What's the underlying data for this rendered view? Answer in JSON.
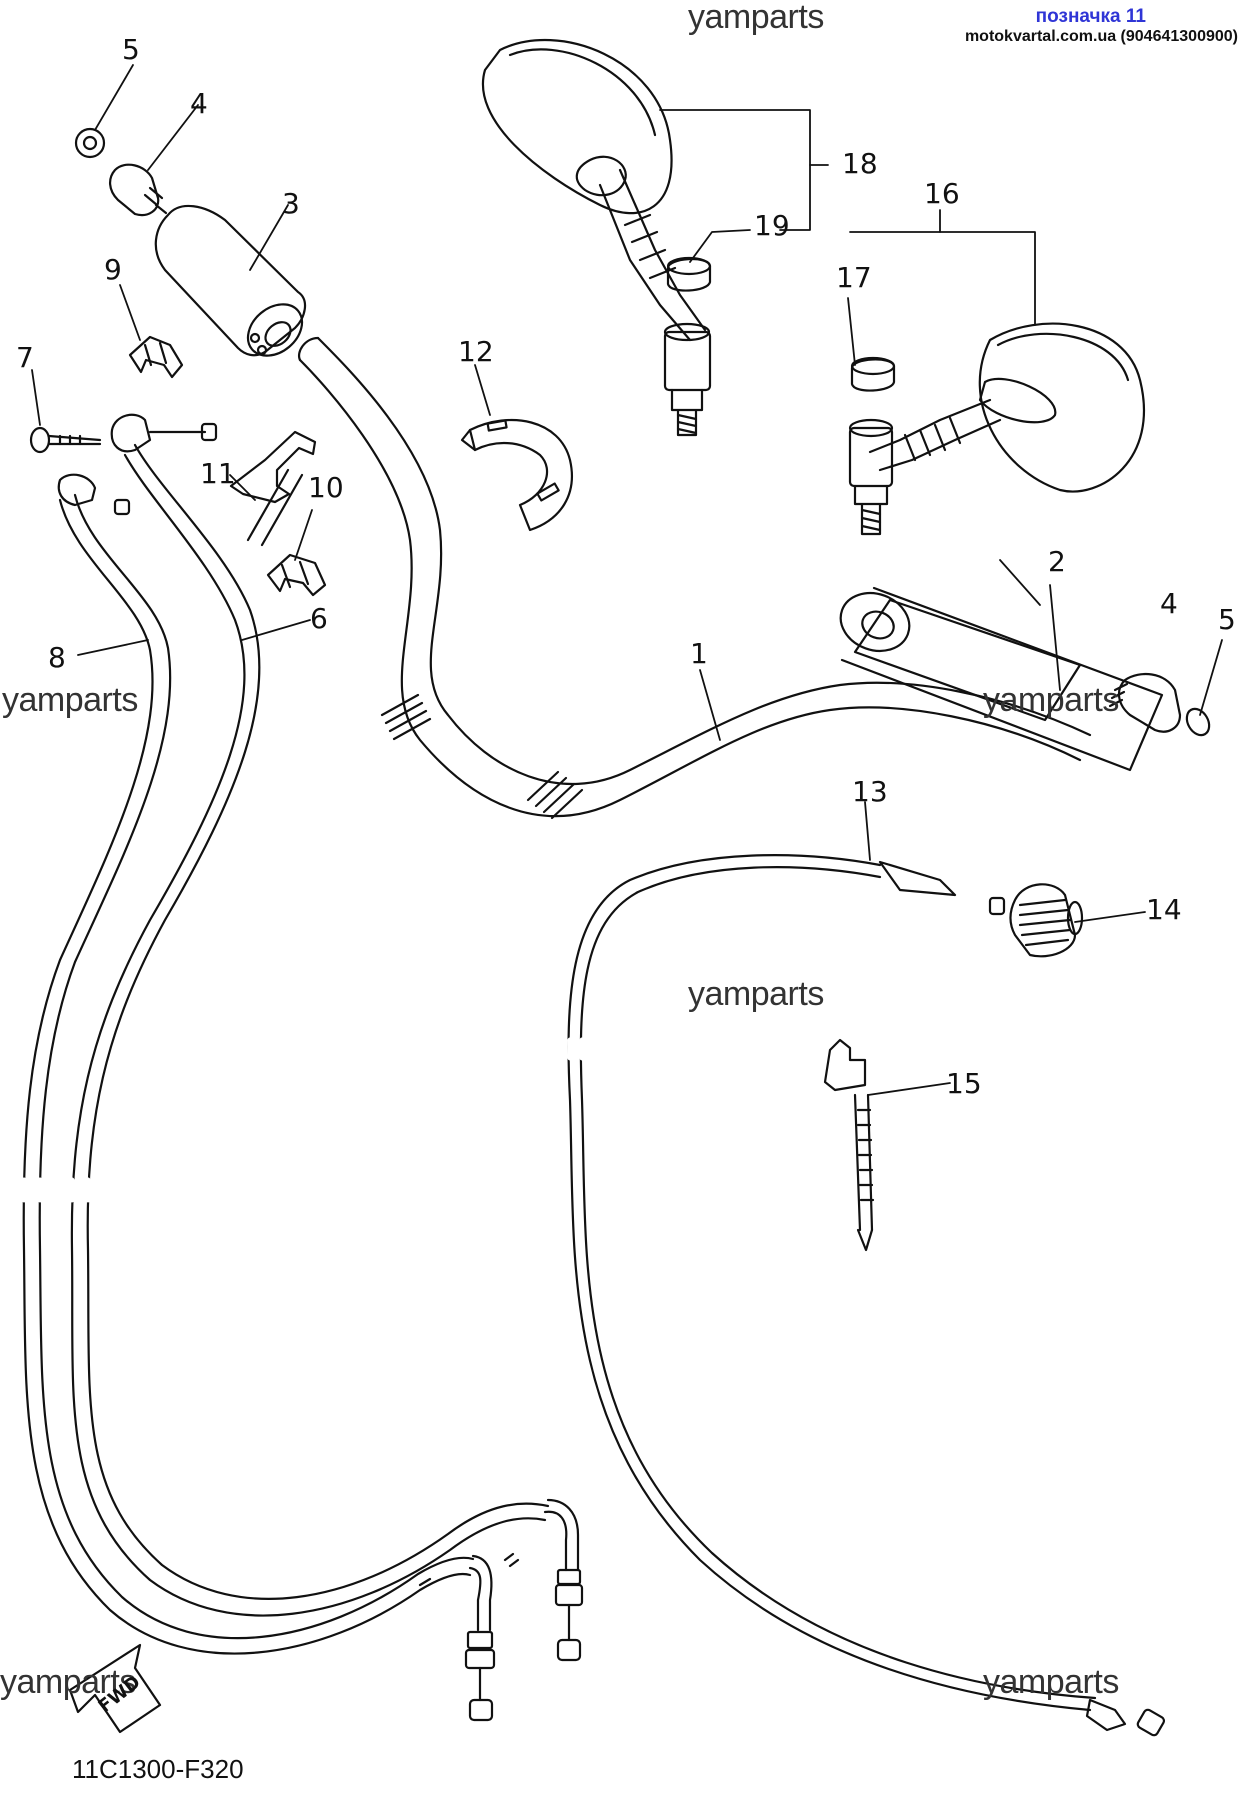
{
  "header": {
    "label_title": "позначка 11",
    "site_info": "motokvartal.com.ua (904641300900)"
  },
  "diagram_code": "11C1300-F320",
  "watermark": "yamparts",
  "fwd_label": "FWD",
  "part_numbers": [
    "1",
    "2",
    "3",
    "4",
    "4",
    "5",
    "5",
    "6",
    "7",
    "8",
    "9",
    "10",
    "11",
    "12",
    "13",
    "14",
    "15",
    "16",
    "17",
    "18",
    "19"
  ]
}
